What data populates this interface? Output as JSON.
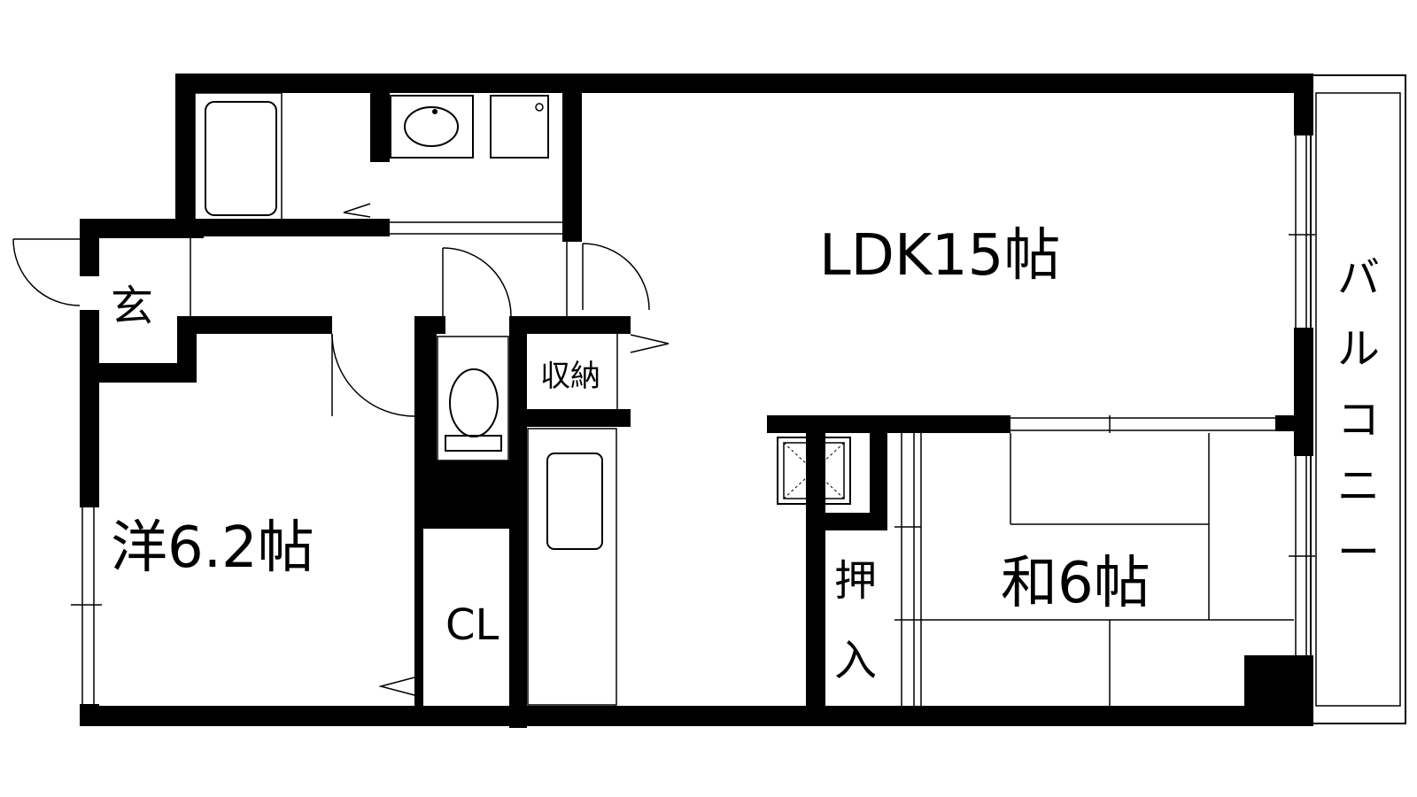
{
  "floorplan": {
    "rooms": {
      "ldk": "LDK15帖",
      "western": "洋6.2帖",
      "japanese": "和6帖",
      "entrance": "玄",
      "storage": "収納",
      "closet": "CL",
      "oshiire_top": "押",
      "oshiire_bottom": "入",
      "balcony": [
        "バ",
        "ル",
        "コ",
        "ニ",
        "ー"
      ]
    },
    "colors": {
      "wall": "#000000",
      "background": "#ffffff"
    }
  }
}
